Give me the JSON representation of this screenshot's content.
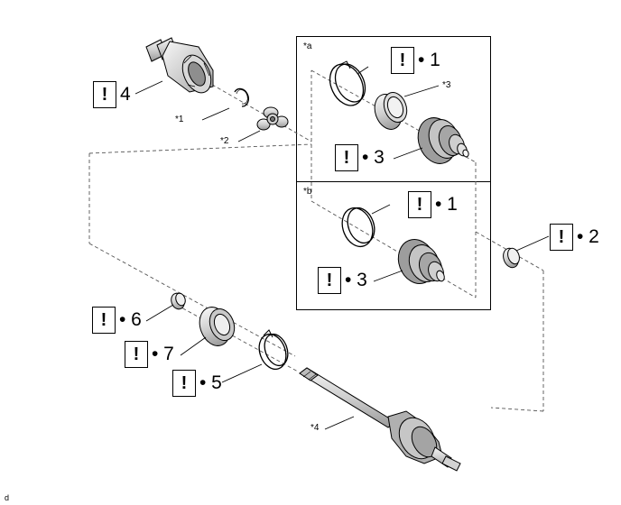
{
  "notes": {
    "n1": "*1",
    "n2": "*2",
    "n3": "*3",
    "n4": "*4",
    "na": "*a",
    "nb": "*b"
  },
  "callouts": {
    "c4": "4",
    "c1a": "• 1",
    "c3a": "• 3",
    "c1b": "• 1",
    "c3b": "• 3",
    "c2": "• 2",
    "c6": "• 6",
    "c7": "• 7",
    "c5": "• 5"
  },
  "warning_symbol": "!",
  "figure_id": "d",
  "colors": {
    "line": "#000000",
    "dashed": "#555555",
    "part_fill": "#e6e6e6",
    "part_dark": "#9a9a9a"
  }
}
